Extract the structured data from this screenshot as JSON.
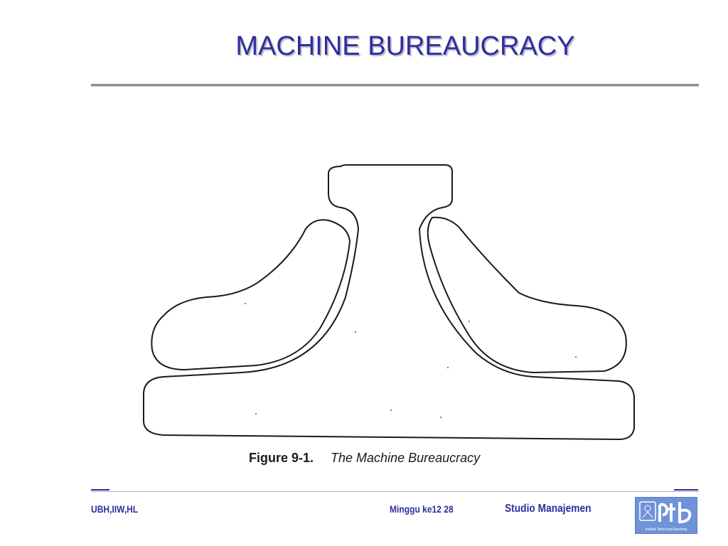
{
  "slide": {
    "title": "MACHINE BUREAUCRACY"
  },
  "figure": {
    "number": "Figure 9-1.",
    "caption": "The Machine Bureaucracy"
  },
  "footer": {
    "authors": "UBH,IIW,HL",
    "week": "Minggu ke12 28",
    "course": "Studio Manajemen",
    "logo_caption": "Institut Teknologi Bandung"
  },
  "colors": {
    "title": "#2e2e9e",
    "logo_bg": "#6f93d8"
  },
  "icons": {
    "logo": "itb-logo-icon"
  }
}
